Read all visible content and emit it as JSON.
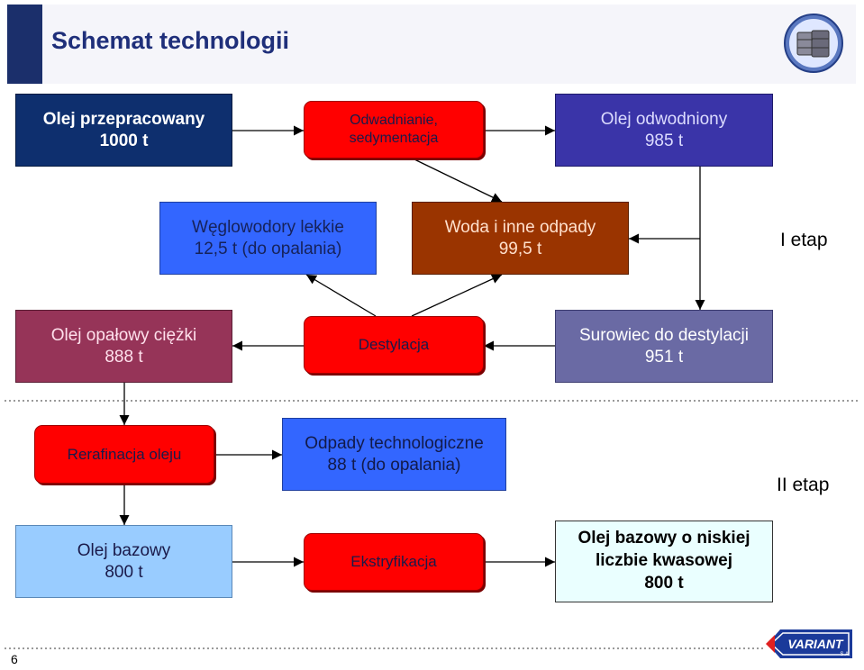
{
  "header": {
    "title": "Schemat technologii"
  },
  "slide": {
    "number": "6"
  },
  "stages": {
    "stage1": "I etap",
    "stage2": "II etap"
  },
  "nodes": {
    "olej_przepracowany": {
      "line1": "Olej przepracowany",
      "line2": "1000 t"
    },
    "odwadnianie": {
      "line1": "Odwadnianie,",
      "line2": "sedymentacja"
    },
    "olej_odwodniony": {
      "line1": "Olej odwodniony",
      "line2": "985 t"
    },
    "weglowodory": {
      "line1": "Węglowodory lekkie",
      "line2": "12,5 t (do opalania)"
    },
    "woda": {
      "line1": "Woda i inne odpady",
      "line2": "99,5 t"
    },
    "olej_opalowy": {
      "line1": "Olej opałowy ciężki",
      "line2": "888 t"
    },
    "destylacja": {
      "line1": "Destylacja"
    },
    "surowiec": {
      "line1": "Surowiec do destylacji",
      "line2": "951 t"
    },
    "rerafinacja": {
      "line1": "Rerafinacja oleju"
    },
    "odpady_tech": {
      "line1": "Odpady technologiczne",
      "line2": "88 t (do opalania)"
    },
    "olej_bazowy": {
      "line1": "Olej bazowy",
      "line2": "800 t"
    },
    "ekstryfikacja": {
      "line1": "Ekstryfikacja"
    },
    "olej_bazowy_nk": {
      "line1": "Olej bazowy o niskiej",
      "line2": "liczbie kwasowej",
      "line3": "800 t"
    }
  },
  "logo": {
    "text": "VARIANT",
    "suffix": "S.A."
  },
  "colors": {
    "title_bar": "#c0c0c0",
    "title_accent": "#1b2f6b",
    "title_text": "#1f2f7a",
    "navy": "#0e2f6e",
    "process_red": "#ff0000",
    "violet_blue": "#3a34a8",
    "blue": "#3366ff",
    "brown": "#9a3400",
    "maroon": "#963458",
    "slate": "#6a6aa4",
    "light_blue": "#99ccff",
    "pale_cyan": "#eaffff"
  }
}
